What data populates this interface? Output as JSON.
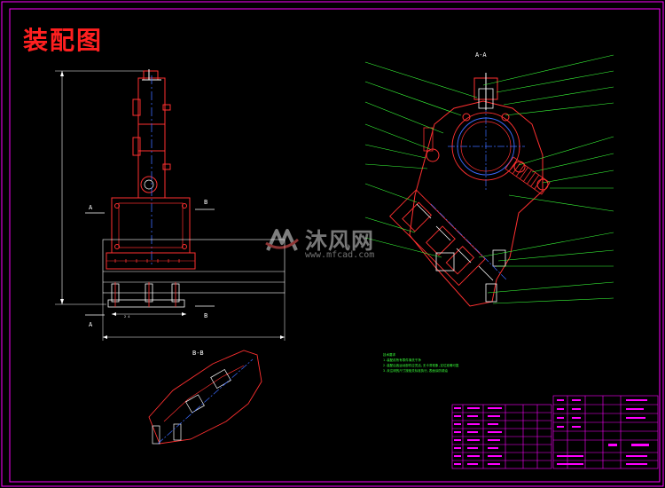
{
  "drawing": {
    "title": "装配图",
    "watermark_brand": "沐风网",
    "watermark_url": "www.mfcad.com",
    "section_labels": {
      "aa_view": "A-A",
      "bb_view": "B-B",
      "a_top": "A",
      "a_bottom": "A",
      "b_top": "B",
      "b_bottom": "B"
    },
    "tech_notes": [
      "技术要求",
      "1.装配前所有零件清洗干净",
      "2.装配后各运动部件应灵活,无卡滞现象,定位准确可靠",
      "3.未注明的尺寸按相关标准执行,表面涂防锈油"
    ]
  },
  "colors": {
    "background": "#000000",
    "border": "#ff00ff",
    "title": "#ff2020",
    "outline": "#ff3030",
    "centerline": "#3b6bff",
    "leader": "#39ff39",
    "dimension": "#ffffff",
    "part": "#ffffff",
    "table_line": "#ff00ff"
  }
}
